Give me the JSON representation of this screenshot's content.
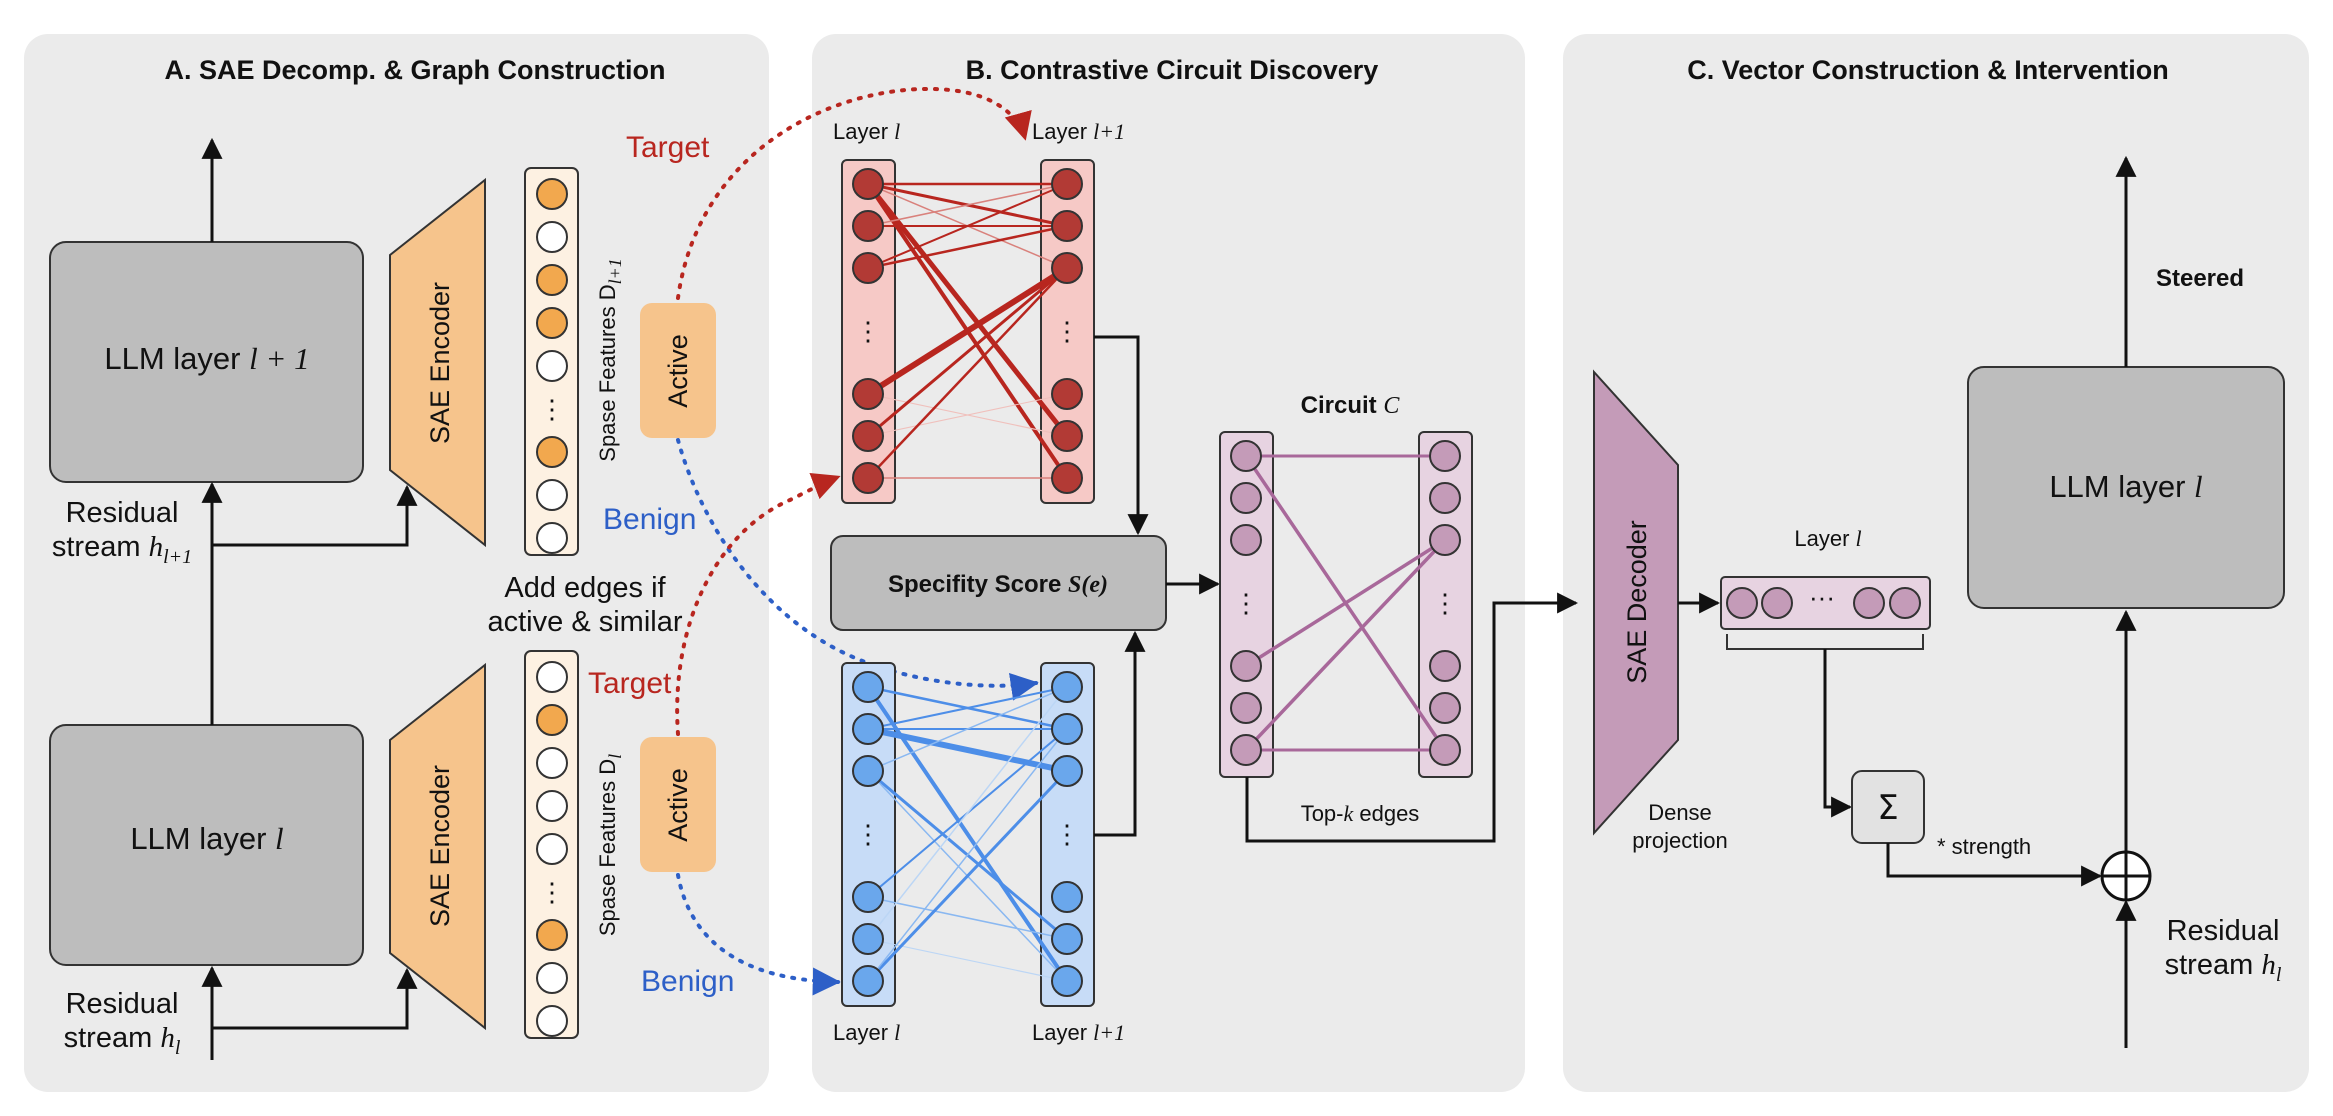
{
  "panels": {
    "a_title": "A. SAE Decomp. & Graph Construction",
    "b_title": "B. Contrastive Circuit Discovery",
    "c_title": "C. Vector Construction & Intervention"
  },
  "panel_a": {
    "llm_top_prefix": "LLM layer ",
    "llm_top_var": "l + 1",
    "llm_bottom_prefix": "LLM layer ",
    "llm_bottom_var": "l",
    "sae_encoder": "SAE Encoder",
    "residual_word": "Residual",
    "stream_word": "stream ",
    "h": "h",
    "sub_top": "l+1",
    "sub_bottom": "l",
    "features_top": "Spase Features D",
    "features_top_sub": "l+1",
    "features_bottom": "Spase Features D",
    "features_bottom_sub": "l",
    "active": "Active",
    "add_edges_1": "Add edges if",
    "add_edges_2": "active & similar",
    "target": "Target",
    "benign": "Benign",
    "feature_dots": "⋮",
    "top_features": [
      true,
      false,
      true,
      true,
      false,
      "dots",
      true,
      false,
      false
    ],
    "bottom_features": [
      false,
      true,
      false,
      false,
      false,
      "dots",
      true,
      false,
      false
    ]
  },
  "panel_b": {
    "layer_word": "Layer ",
    "layer_l": "l",
    "layer_l1": "l+1",
    "specifity": "Specifity Score ",
    "specifity_var": "S(e)",
    "circuit": "Circuit ",
    "circuit_var": "C",
    "topk_prefix": "Top-",
    "topk_var": "k",
    "topk_suffix": " edges",
    "dots": "⋮"
  },
  "panel_c": {
    "sae_decoder": "SAE Decoder",
    "dense_1": "Dense",
    "dense_2": "projection",
    "layer_word": "Layer ",
    "layer_var": "l",
    "dots_h": "···",
    "sigma": "Σ",
    "strength": "* strength",
    "steered": "Steered",
    "llm_prefix": "LLM layer ",
    "llm_var": "l",
    "residual_word": "Residual",
    "stream_word": "stream ",
    "h": "h",
    "sub": "l"
  },
  "colors": {
    "panel_bg": "#ebebeb",
    "llm_box": "#bdbdbd",
    "sae_orange": "#f6c48c",
    "feature_orange": "#f2a84e",
    "red_fill": "#b23a35",
    "red_col": "#f6c9c6",
    "blue_fill": "#6aa7ec",
    "blue_col": "#c7dcf7",
    "purple": "#c49bb8",
    "purple_col": "#e7d3e1",
    "purple_line": "#a8689a"
  }
}
